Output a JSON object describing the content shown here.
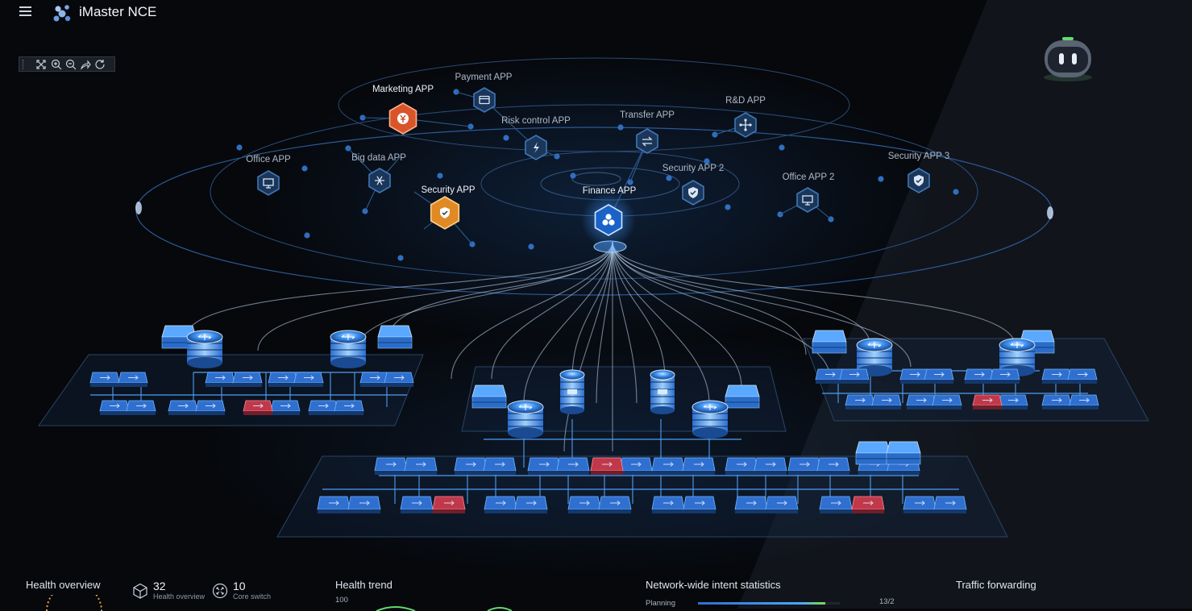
{
  "header": {
    "app_title": "iMaster NCE"
  },
  "toolbar": {
    "buttons": [
      {
        "name": "fit-screen-icon"
      },
      {
        "name": "zoom-in-icon"
      },
      {
        "name": "zoom-out-icon"
      },
      {
        "name": "share-icon"
      },
      {
        "name": "refresh-icon"
      }
    ]
  },
  "apps": [
    {
      "key": "marketing",
      "label": "Marketing APP",
      "icon": "yen-icon",
      "status": "alarm",
      "color": "#d8552a"
    },
    {
      "key": "payment",
      "label": "Payment APP",
      "icon": "card-icon",
      "status": "normal"
    },
    {
      "key": "risk",
      "label": "Risk control APP",
      "icon": "lightning-icon",
      "status": "normal"
    },
    {
      "key": "transfer",
      "label": "Transfer APP",
      "icon": "transfer-icon",
      "status": "normal"
    },
    {
      "key": "rnd",
      "label": "R&D APP",
      "icon": "network-icon",
      "status": "normal"
    },
    {
      "key": "office",
      "label": "Office APP",
      "icon": "monitor-icon",
      "status": "normal"
    },
    {
      "key": "bigdata",
      "label": "Big data APP",
      "icon": "snowflake-icon",
      "status": "normal"
    },
    {
      "key": "security",
      "label": "Security APP",
      "icon": "shield-check-icon",
      "status": "warning",
      "color": "#e08a25"
    },
    {
      "key": "finance",
      "label": "Finance APP",
      "icon": "cubes-icon",
      "status": "selected",
      "color": "#2b8cff"
    },
    {
      "key": "security2",
      "label": "Security APP 2",
      "icon": "shield-check-icon",
      "status": "normal"
    },
    {
      "key": "office2",
      "label": "Office APP 2",
      "icon": "monitor-icon",
      "status": "normal"
    },
    {
      "key": "security3",
      "label": "Security APP 3",
      "icon": "shield-check-icon",
      "status": "normal"
    }
  ],
  "colors": {
    "accent": "#2b8cff",
    "device": "#2f6fd0",
    "device_alarm": "#c0384a",
    "alarm": "#d8552a",
    "warning": "#e08a25"
  },
  "bottom": {
    "health_overview": {
      "title": "Health overview",
      "stats": [
        {
          "value": "32",
          "caption": "Health overview",
          "icon": "cube-icon"
        },
        {
          "value": "10",
          "caption": "Core switch",
          "icon": "switch-icon"
        }
      ]
    },
    "health_trend": {
      "title": "Health trend",
      "axis_max": "100"
    },
    "intent_stats": {
      "title": "Network-wide intent statistics",
      "row_label": "Planning",
      "row_value": "13/2",
      "progress": 0.9
    },
    "traffic": {
      "title": "Traffic forwarding"
    }
  }
}
